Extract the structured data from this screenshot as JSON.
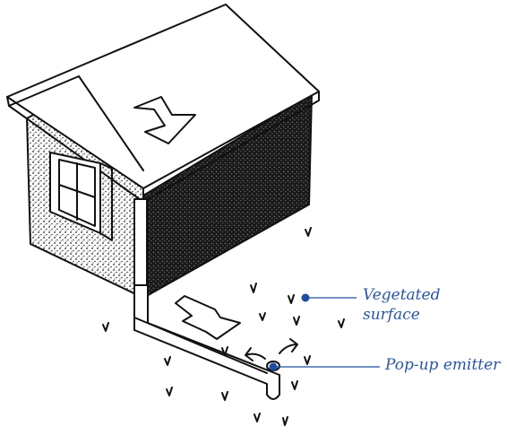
{
  "labels": {
    "vegetated_surface": [
      "Vegetated",
      "surface"
    ],
    "popup_emitter": "Pop-up emitter"
  },
  "colors": {
    "callout": "#1f4e9e",
    "ink": "#111111",
    "background": "#ffffff"
  }
}
